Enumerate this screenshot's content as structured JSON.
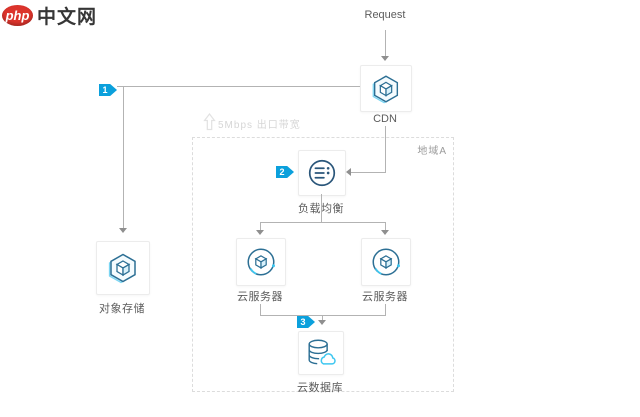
{
  "logo": {
    "brand": "php",
    "site": "中文网"
  },
  "flow": {
    "request_label": "Request",
    "bandwidth_label": "5Mbps 出口带宽",
    "region_label": "地域A",
    "steps": {
      "one": "1",
      "two": "2",
      "three": "3"
    }
  },
  "nodes": {
    "cdn": {
      "label": "CDN",
      "icon": "hexagon-cube-icon"
    },
    "object_storage": {
      "label": "对象存储",
      "icon": "hexagon-cube-icon"
    },
    "load_balancer": {
      "label": "负载均衡",
      "icon": "load-balancer-circle-icon"
    },
    "server_left": {
      "label": "云服务器",
      "icon": "cloud-server-icon"
    },
    "server_right": {
      "label": "云服务器",
      "icon": "cloud-server-icon"
    },
    "database": {
      "label": "云数据库",
      "icon": "cloud-database-icon"
    }
  },
  "colors": {
    "badge_blue": "#0ba0dc",
    "icon_stroke_dark": "#2c6f94",
    "icon_accent_cyan": "#3ec7f0",
    "icon_fill_light": "#d9f1fb",
    "line_gray": "#b3b3b3",
    "logo_red": "#dc342c",
    "label_gray": "#5c5c5c"
  }
}
